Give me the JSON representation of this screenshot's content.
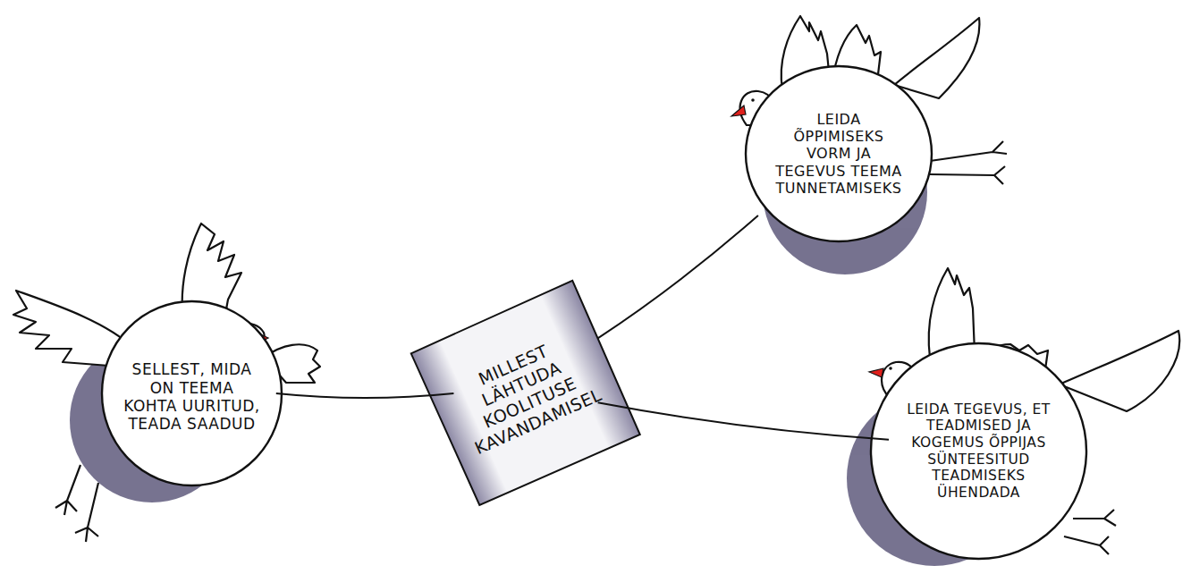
{
  "diagram": {
    "nodes": [
      {
        "text": [
          "SELLEST, MIDA ON TEEMA KOHTA UURITUD, TEADA SAADUD"
        ]
      },
      {
        "text": [
          "MILLEST LÄHTUDA KOOLITUSE KAVANDAMISEL"
        ]
      },
      {
        "text": [
          "LEIDA ÕPPIMISEKS VORM JA TEGEVUS TEEMA TUNNETAMISEKS"
        ]
      },
      {
        "text": [
          "LEIDA TEGEVUS, ET TEADMISED JA KOGEMUS ÕPPIJAS SÜNTEESITUD TEADMISEKS ÜHENDADA"
        ]
      }
    ],
    "edges": [
      {
        "from": 0,
        "to": 1,
        "arrow": "none"
      },
      {
        "from": 1,
        "to": 2,
        "arrow": "none"
      },
      {
        "from": 1,
        "to": 3,
        "arrow": "none"
      }
    ]
  }
}
